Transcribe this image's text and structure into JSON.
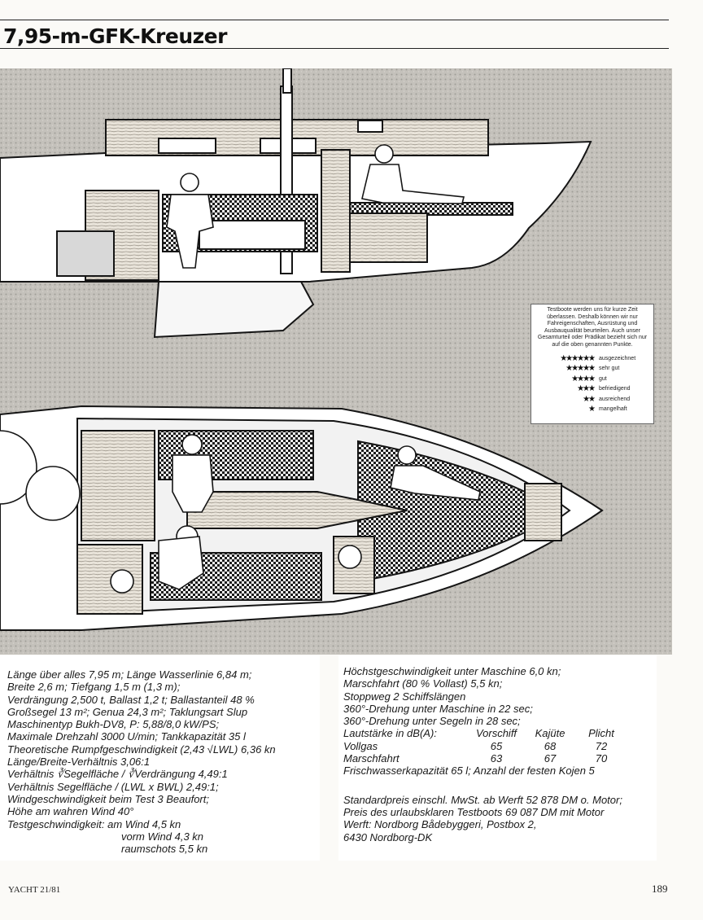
{
  "header": {
    "title": "7,95-m-GFK-Kreuzer"
  },
  "legend": {
    "intro": "Testboote werden uns für kurze Zeit überlassen. Deshalb können wir nur Fahreigenschaften, Ausrüstung und Ausbauqualität beurteilen. Auch unser Gesamturteil oder Prädikat bezieht sich nur auf die oben genannten Punkte.",
    "ratings": [
      {
        "stars": "★★★★★★",
        "label": "ausgezeichnet"
      },
      {
        "stars": "★★★★★",
        "label": "sehr gut"
      },
      {
        "stars": "★★★★",
        "label": "gut"
      },
      {
        "stars": "★★★",
        "label": "befriedigend"
      },
      {
        "stars": "★★",
        "label": "ausreichend"
      },
      {
        "stars": "★",
        "label": "mangelhaft"
      }
    ]
  },
  "specs_left": [
    "Länge über alles 7,95 m; Länge Wasserlinie 6,84 m;",
    "Breite 2,6 m; Tiefgang 1,5 m (1,3 m);",
    "Verdrängung 2,500 t, Ballast 1,2 t; Ballastanteil 48 %",
    "Großsegel 13 m²; Genua 24,3 m²; Taklungsart Slup",
    "Maschinentyp Bukh-DV8, P: 5,88/8,0 kW/PS;",
    "Maximale Drehzahl 3000 U/min; Tankkapazität 35 l",
    "Theoretische Rumpfgeschwindigkeit (2,43 √LWL) 6,36 kn",
    "Länge/Breite-Verhältnis 3,06:1",
    "Verhältnis ∛Segelfläche / ∛Verdrängung 4,49:1",
    "Verhältnis Segelfläche / (LWL x BWL) 2,49:1;",
    "Windgeschwindigkeit beim Test 3 Beaufort;",
    "Höhe am wahren Wind 40°",
    "Testgeschwindigkeit: am Wind 4,5 kn"
  ],
  "specs_left_indented": [
    "vorm Wind 4,3 kn",
    "raumschots 5,5 kn"
  ],
  "specs_right": [
    "Höchstgeschwindigkeit unter Maschine 6,0 kn;",
    "Marschfahrt (80 % Vollast) 5,5 kn;",
    "Stoppweg 2 Schiffslängen",
    "360°-Drehung unter Maschine in 22 sec;",
    "360°-Drehung unter Segeln in 28 sec;"
  ],
  "noise_table": {
    "header": [
      "Lautstärke in dB(A):",
      "Vorschiff",
      "Kajüte",
      "Plicht"
    ],
    "rows": [
      [
        "Vollgas",
        "65",
        "68",
        "72"
      ],
      [
        "Marschfahrt",
        "63",
        "67",
        "70"
      ]
    ]
  },
  "freshwater": "Frischwasserkapazität 65 l; Anzahl der festen Kojen 5",
  "price_lines": [
    "Standardpreis einschl. MwSt. ab Werft 52 878 DM o. Motor;",
    "Preis des urlaubsklaren Testboots 69 087 DM mit Motor",
    "Werft: Nordborg Bådebyggeri, Postbox 2,",
    "6430 Nordborg-DK"
  ],
  "footer": {
    "magazine": "YACHT 21/81",
    "page_number": "189"
  }
}
